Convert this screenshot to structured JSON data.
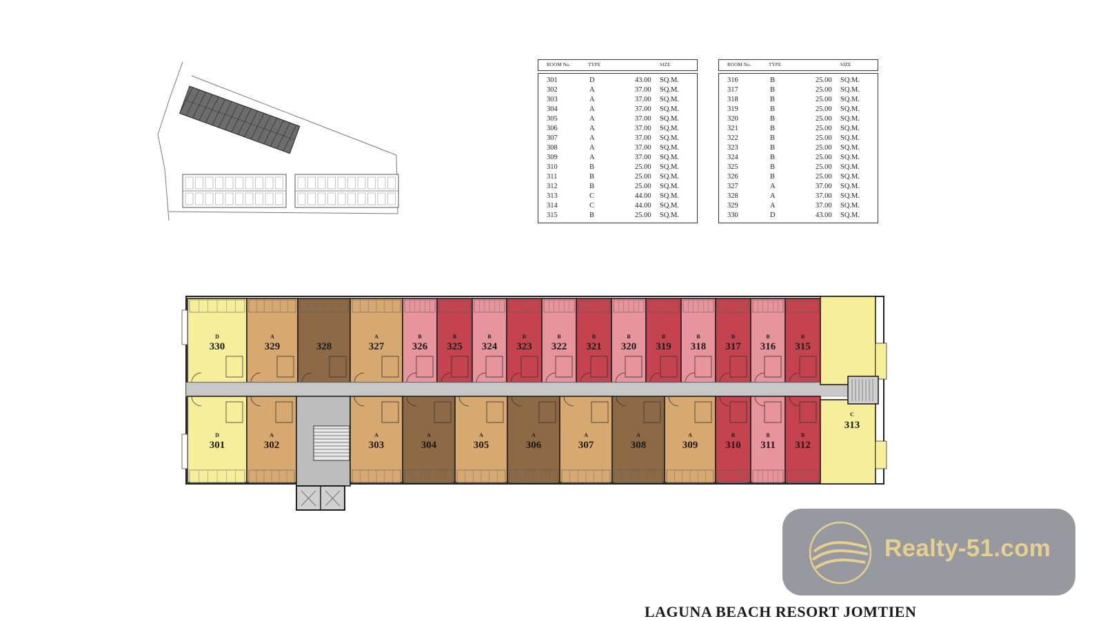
{
  "tables": [
    {
      "headers": [
        "ROOM No.",
        "TYPE",
        "SIZE"
      ],
      "rows": [
        [
          "301",
          "D",
          "43.00",
          "SQ.M."
        ],
        [
          "302",
          "A",
          "37.00",
          "SQ.M."
        ],
        [
          "303",
          "A",
          "37.00",
          "SQ.M."
        ],
        [
          "304",
          "A",
          "37.00",
          "SQ.M."
        ],
        [
          "305",
          "A",
          "37.00",
          "SQ.M."
        ],
        [
          "306",
          "A",
          "37.00",
          "SQ.M."
        ],
        [
          "307",
          "A",
          "37.00",
          "SQ.M."
        ],
        [
          "308",
          "A",
          "37.00",
          "SQ.M."
        ],
        [
          "309",
          "A",
          "37.00",
          "SQ.M."
        ],
        [
          "310",
          "B",
          "25.00",
          "SQ.M."
        ],
        [
          "311",
          "B",
          "25.00",
          "SQ.M."
        ],
        [
          "312",
          "B",
          "25.00",
          "SQ.M."
        ],
        [
          "313",
          "C",
          "44.00",
          "SQ.M."
        ],
        [
          "314",
          "C",
          "44.00",
          "SQ.M."
        ],
        [
          "315",
          "B",
          "25.00",
          "SQ.M."
        ]
      ]
    },
    {
      "headers": [
        "ROOM No.",
        "TYPE",
        "SIZE"
      ],
      "rows": [
        [
          "316",
          "B",
          "25.00",
          "SQ.M."
        ],
        [
          "317",
          "B",
          "25.00",
          "SQ.M."
        ],
        [
          "318",
          "B",
          "25.00",
          "SQ.M."
        ],
        [
          "319",
          "B",
          "25.00",
          "SQ.M."
        ],
        [
          "320",
          "B",
          "25.00",
          "SQ.M."
        ],
        [
          "321",
          "B",
          "25.00",
          "SQ.M."
        ],
        [
          "322",
          "B",
          "25.00",
          "SQ.M."
        ],
        [
          "323",
          "B",
          "25.00",
          "SQ.M."
        ],
        [
          "324",
          "B",
          "25.00",
          "SQ.M."
        ],
        [
          "325",
          "B",
          "25.00",
          "SQ.M."
        ],
        [
          "326",
          "B",
          "25.00",
          "SQ.M."
        ],
        [
          "327",
          "A",
          "37.00",
          "SQ.M."
        ],
        [
          "328",
          "A",
          "37.00",
          "SQ.M."
        ],
        [
          "329",
          "A",
          "37.00",
          "SQ.M."
        ],
        [
          "330",
          "D",
          "43.00",
          "SQ.M."
        ]
      ]
    }
  ],
  "colors": {
    "type_D": "#f6ee9a",
    "type_C": "#f6ee9a",
    "type_A_light": "#d7a86f",
    "type_A_dark": "#8b6a45",
    "type_B_light": "#e8949c",
    "type_B_dark": "#c5434f",
    "corridor": "#c8c8c8",
    "wall": "#1f1f1f"
  },
  "plan": {
    "top_rooms": [
      {
        "num": "330",
        "type": "D",
        "shade": "type_D"
      },
      {
        "num": "329",
        "type": "A",
        "shade": "type_A_light"
      },
      {
        "num": "328",
        "type": "",
        "shade": "type_A_dark"
      },
      {
        "num": "327",
        "type": "A",
        "shade": "type_A_light"
      },
      {
        "num": "326",
        "type": "B",
        "shade": "type_B_light"
      },
      {
        "num": "325",
        "type": "B",
        "shade": "type_B_dark"
      },
      {
        "num": "324",
        "type": "B",
        "shade": "type_B_light"
      },
      {
        "num": "323",
        "type": "B",
        "shade": "type_B_dark"
      },
      {
        "num": "322",
        "type": "B",
        "shade": "type_B_light"
      },
      {
        "num": "321",
        "type": "B",
        "shade": "type_B_dark"
      },
      {
        "num": "320",
        "type": "B",
        "shade": "type_B_light"
      },
      {
        "num": "319",
        "type": "B",
        "shade": "type_B_dark"
      },
      {
        "num": "318",
        "type": "B",
        "shade": "type_B_light"
      },
      {
        "num": "317",
        "type": "B",
        "shade": "type_B_dark"
      },
      {
        "num": "316",
        "type": "B",
        "shade": "type_B_light"
      },
      {
        "num": "315",
        "type": "B",
        "shade": "type_B_dark"
      }
    ],
    "bottom_rooms": [
      {
        "num": "301",
        "type": "D",
        "shade": "type_D"
      },
      {
        "num": "302",
        "type": "A",
        "shade": "type_A_light"
      },
      {
        "num": "303",
        "type": "A",
        "shade": "type_A_light"
      },
      {
        "num": "304",
        "type": "A",
        "shade": "type_A_dark"
      },
      {
        "num": "305",
        "type": "A",
        "shade": "type_A_light"
      },
      {
        "num": "306",
        "type": "A",
        "shade": "type_A_dark"
      },
      {
        "num": "307",
        "type": "A",
        "shade": "type_A_light"
      },
      {
        "num": "308",
        "type": "A",
        "shade": "type_A_dark"
      },
      {
        "num": "309",
        "type": "A",
        "shade": "type_A_light"
      },
      {
        "num": "310",
        "type": "B",
        "shade": "type_B_dark"
      },
      {
        "num": "311",
        "type": "B",
        "shade": "type_B_light"
      },
      {
        "num": "312",
        "type": "B",
        "shade": "type_B_dark"
      }
    ],
    "end_room": {
      "num": "313",
      "type": "C",
      "shade": "type_C"
    }
  },
  "watermark": {
    "text": "Realty-51.com",
    "icon": "wave-logo-icon"
  },
  "project_title": "LAGUNA BEACH RESORT JOMTIEN"
}
